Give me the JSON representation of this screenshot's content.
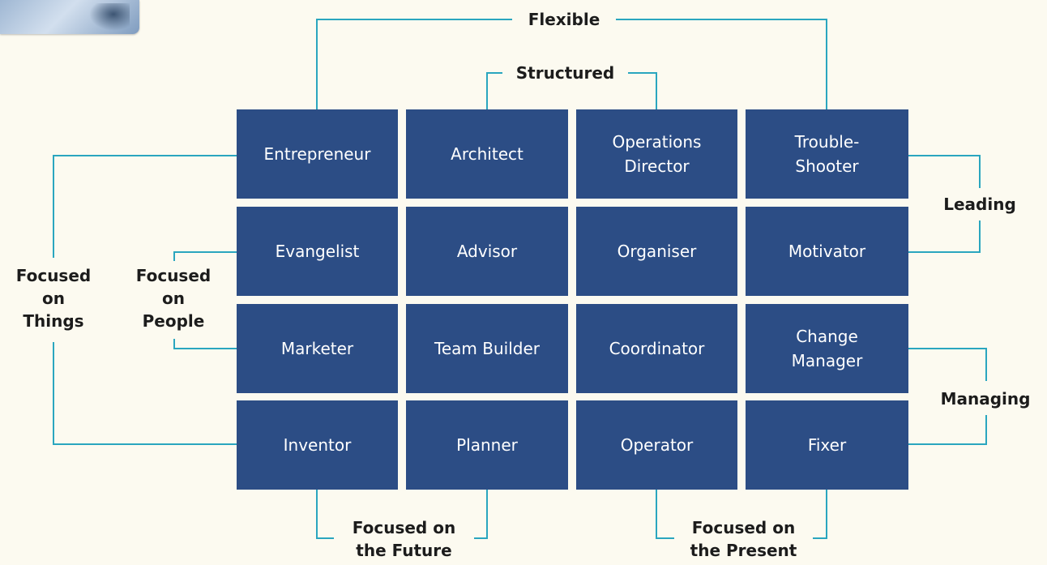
{
  "grid": {
    "rows": [
      [
        "Entrepreneur",
        "Architect",
        "Operations\nDirector",
        "Trouble-\nShooter"
      ],
      [
        "Evangelist",
        "Advisor",
        "Organiser",
        "Motivator"
      ],
      [
        "Marketer",
        "Team Builder",
        "Coordinator",
        "Change\nManager"
      ],
      [
        "Inventor",
        "Planner",
        "Operator",
        "Fixer"
      ]
    ]
  },
  "labels": {
    "flexible": "Flexible",
    "structured": "Structured",
    "leading": "Leading",
    "managing": "Managing",
    "focused_things": "Focused\non\nThings",
    "focused_people": "Focused\non\nPeople",
    "focused_future": "Focused on\nthe Future",
    "focused_present": "Focused on\nthe Present"
  },
  "colors": {
    "cell_fill": "#2c4d85",
    "connector": "#2aa6bf",
    "background": "#fcfaf0"
  }
}
